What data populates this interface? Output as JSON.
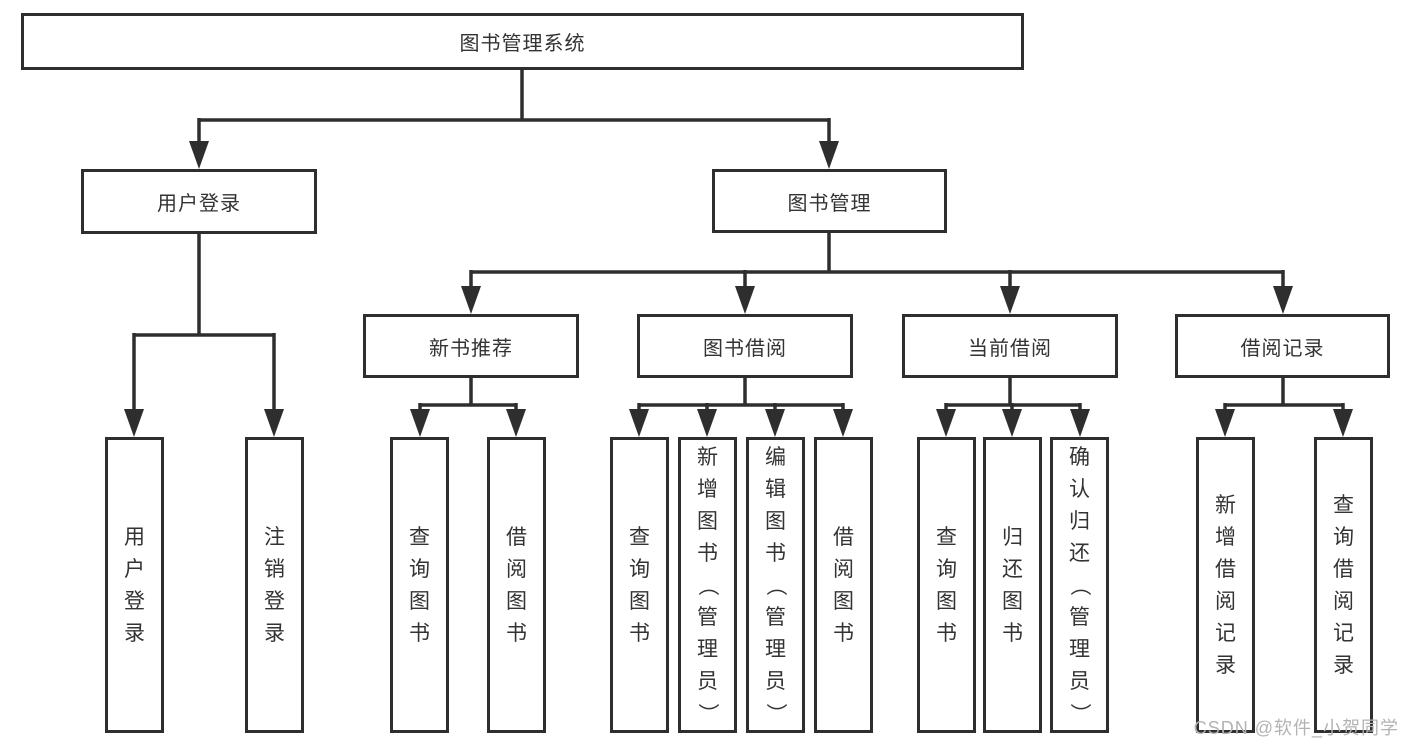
{
  "diagram": {
    "title_node": {
      "label": "图书管理系统"
    },
    "level2": [
      {
        "label": "用户登录"
      },
      {
        "label": "图书管理"
      }
    ],
    "level3": [
      {
        "label": "新书推荐"
      },
      {
        "label": "图书借阅"
      },
      {
        "label": "当前借阅"
      },
      {
        "label": "借阅记录"
      }
    ],
    "leaves": [
      {
        "parent": "用户登录",
        "label": "用户登录"
      },
      {
        "parent": "用户登录",
        "label": "注销登录"
      },
      {
        "parent": "新书推荐",
        "label": "查询图书"
      },
      {
        "parent": "新书推荐",
        "label": "借阅图书"
      },
      {
        "parent": "图书借阅",
        "label": "查询图书"
      },
      {
        "parent": "图书借阅",
        "label": "新增图书（管理员）"
      },
      {
        "parent": "图书借阅",
        "label": "编辑图书（管理员）"
      },
      {
        "parent": "图书借阅",
        "label": "借阅图书"
      },
      {
        "parent": "当前借阅",
        "label": "查询图书"
      },
      {
        "parent": "当前借阅",
        "label": "归还图书"
      },
      {
        "parent": "当前借阅",
        "label": "确认归还（管理员）"
      },
      {
        "parent": "借阅记录",
        "label": "新增借阅记录"
      },
      {
        "parent": "借阅记录",
        "label": "查询借阅记录"
      }
    ],
    "colors": {
      "line": "#2e2e2e",
      "text": "#333333",
      "background": "#ffffff",
      "watermark_text": "#b3b3b3"
    }
  },
  "watermark": "CSDN @软件_小贺同学"
}
